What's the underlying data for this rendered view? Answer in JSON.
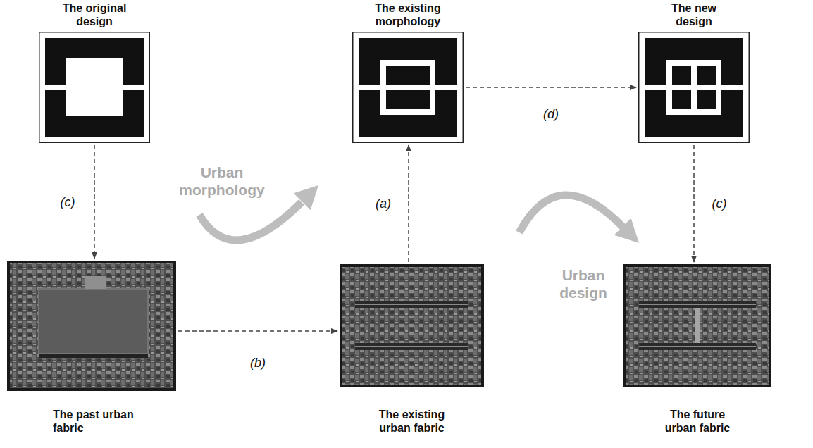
{
  "diagram": {
    "nodes": [
      {
        "text": [
          "The original design"
        ]
      },
      {
        "text": [
          "The existing morphology"
        ]
      },
      {
        "text": [
          "The new design"
        ]
      },
      {
        "text": [
          "The past urban fabric"
        ]
      },
      {
        "text": [
          "The existing urban fabric"
        ]
      },
      {
        "text": [
          "The future urban fabric"
        ]
      }
    ],
    "edges": [
      {
        "from": 0,
        "to": 3,
        "arrow": "to",
        "label": "(c)"
      },
      {
        "from": 3,
        "to": 4,
        "arrow": "to",
        "label": "(b)"
      },
      {
        "from": 4,
        "to": 1,
        "arrow": "to",
        "label": "(a)"
      },
      {
        "from": 1,
        "to": 2,
        "arrow": "to",
        "label": "(d)"
      },
      {
        "from": 2,
        "to": 5,
        "arrow": "to",
        "label": "(c)"
      }
    ],
    "labels": [
      "Urban morphology",
      "Urban design"
    ]
  }
}
